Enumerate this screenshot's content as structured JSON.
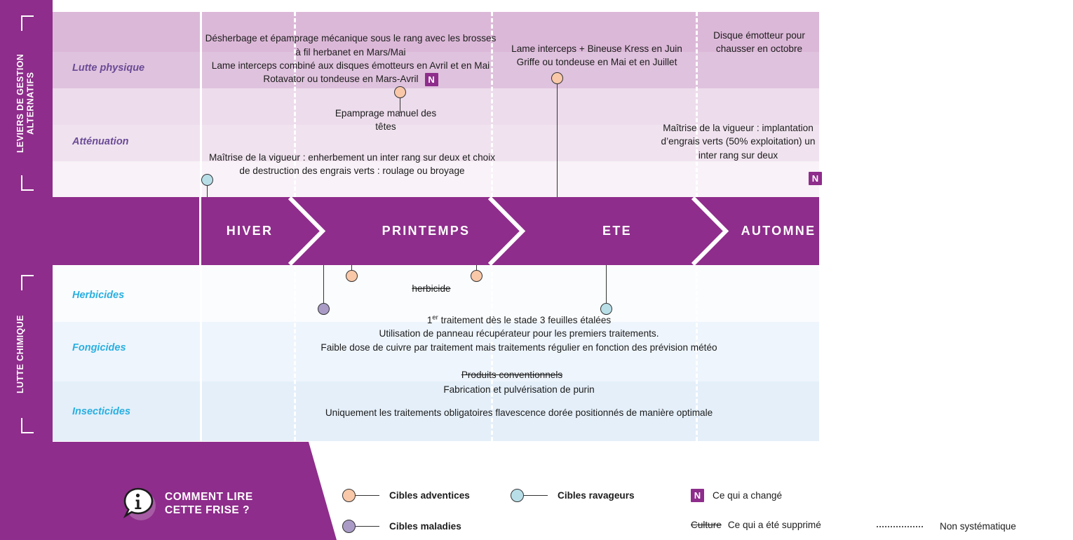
{
  "rails": {
    "top": {
      "label": "LEVIERS DE GESTION\nALTERNATIFS"
    },
    "bottom": {
      "label": "LUTTE CHIMIQUE"
    }
  },
  "rows": {
    "alternative": [
      {
        "id": "lutte-physique",
        "label": "Lutte physique"
      },
      {
        "id": "attenuation",
        "label": "Atténuation"
      }
    ],
    "chemical": [
      {
        "id": "herbicides",
        "label": "Herbicides"
      },
      {
        "id": "fongicides",
        "label": "Fongicides"
      },
      {
        "id": "insecticides",
        "label": "Insecticides"
      }
    ]
  },
  "seasons": [
    {
      "id": "hiver",
      "label": "HIVER"
    },
    {
      "id": "printemps",
      "label": "PRINTEMPS"
    },
    {
      "id": "ete",
      "label": "ETE"
    },
    {
      "id": "automne",
      "label": "AUTOMNE"
    }
  ],
  "notes": {
    "physique_printemps": "Désherbage et épamprage mécanique sous le rang avec les brosses à fil  herbanet en Mars/Mai\nLame interceps combiné aux  disques émotteurs  en Avril et en Mai\nRotavator ou tondeuse en Mars-Avril",
    "physique_ete": "Lame interceps + Bineuse Kress  en  Juin\nGriffe ou tondeuse en Mai et en Juillet",
    "physique_automne": "Disque émotteur pour chausser en octobre",
    "attenuation_epamprage": "Epamprage manuel des têtes",
    "attenuation_vigueur": "Maîtrise de la vigueur : enherbement un inter rang sur deux et choix de destruction des engrais verts : roulage ou broyage",
    "attenuation_engrais": "Maîtrise de la vigueur : implantation d’engrais verts (50% exploitation) un inter rang sur deux",
    "herbicide_supprime": "herbicide",
    "fongicide_l1": "1er traitement dès le stade 3 feuilles étalées",
    "fongicide_l1_sup": "er",
    "fongicide_l2": "Utilisation de panneau récupérateur pour les premiers traitements.",
    "fongicide_l3": "Faible dose de cuivre par traitement mais traitements régulier en fonction des prévision météo",
    "fongicide_supprime": "Produits conventionnels",
    "insecticide_l1": "Fabrication et pulvérisation de purin",
    "insecticide_l2": "Uniquement les traitements obligatoires flavescence dorée positionnés de manière optimale"
  },
  "badges": {
    "new": "N"
  },
  "footer": {
    "howto": "COMMENT LIRE\nCETTE FRISE ?",
    "howto_icon": "info-bubble-icon",
    "legend": [
      {
        "id": "cibles-adventices",
        "label": "Cibles adventices",
        "color": "#f9c8a8",
        "type": "dot"
      },
      {
        "id": "cibles-maladies",
        "label": "Cibles maladies",
        "color": "#a99bc6",
        "type": "dot"
      },
      {
        "id": "cibles-ravageurs",
        "label": "Cibles ravageurs",
        "color": "#b8dfe8",
        "type": "dot"
      },
      {
        "id": "ce-qui-a-change",
        "label": "Ce qui a changé",
        "badge": "N",
        "type": "badge"
      },
      {
        "id": "ce-qui-a-ete-supprime",
        "label": "Ce qui a été supprimé",
        "sample": "Culture",
        "type": "strike"
      },
      {
        "id": "non-systematique",
        "label": "Non systématique",
        "type": "dashed"
      }
    ]
  },
  "colors": {
    "brand_purple": "#8e2d8b",
    "alt_label": "#6b4b96",
    "chem_label": "#2aafe0",
    "adventices": "#f9c8a8",
    "maladies": "#a99bc6",
    "ravageurs": "#b8dfe8"
  }
}
